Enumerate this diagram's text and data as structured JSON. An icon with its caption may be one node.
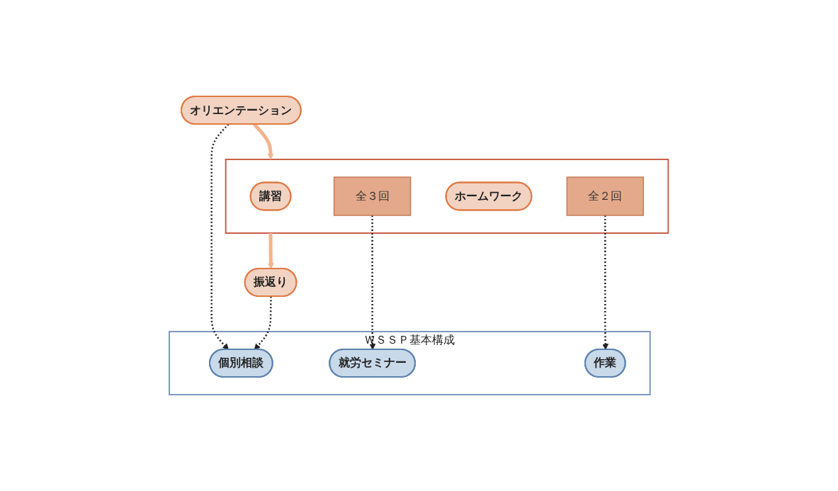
{
  "diagram": {
    "nodes": [
      {
        "text": [
          "オリエンテーション"
        ]
      },
      {
        "text": [],
        "shape": "box"
      },
      {
        "text": [
          "講習"
        ],
        "in": 1
      },
      {
        "text": [
          "全３回"
        ],
        "in": 1
      },
      {
        "text": [
          "ホームワーク"
        ],
        "in": 1
      },
      {
        "text": [
          "全２回"
        ],
        "in": 1
      },
      {
        "text": [
          "振返り"
        ]
      },
      {
        "text": [
          "ＷＳＳＰ基本構成"
        ]
      },
      {
        "text": [
          "就労セミナー"
        ],
        "in": 7
      },
      {
        "text": [
          "作業"
        ],
        "in": 7
      },
      {
        "text": [
          "個別相談"
        ],
        "in": 7
      }
    ],
    "edges": [
      {
        "from": 0,
        "to": 1,
        "arrow": "to",
        "style": "thick",
        "color": "#f2b48e"
      },
      {
        "from": 1,
        "to": 6,
        "arrow": "to",
        "style": "thick",
        "color": "#f2b48e"
      },
      {
        "from": 3,
        "to": 8,
        "arrow": "to",
        "style": "dashed"
      },
      {
        "from": 5,
        "to": 9,
        "arrow": "to",
        "style": "dashed"
      },
      {
        "from": 0,
        "to": 10,
        "arrow": "to",
        "style": "dashed"
      },
      {
        "from": 6,
        "to": 10,
        "arrow": "to",
        "style": "dashed"
      }
    ]
  }
}
